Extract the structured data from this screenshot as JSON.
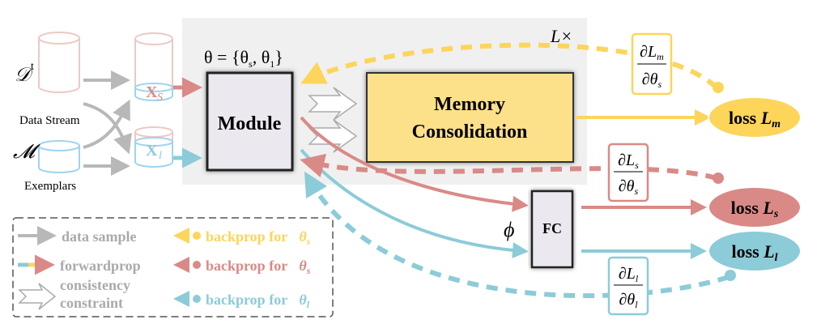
{
  "colors": {
    "yellow": "#fcd55a",
    "red": "#d98a87",
    "blue": "#8ccbd8",
    "gray": "#b8b8b8",
    "module": "#ebe8f0",
    "memory": "#fde08a"
  },
  "inputs": {
    "data_stream_symbol": "𝒟",
    "data_stream_sup": "t",
    "data_stream_label": "Data Stream",
    "exemplars_symbol": "𝓜",
    "exemplars_label": "Exemplars",
    "xs": "X",
    "xs_sub": "S",
    "xl": "X",
    "xl_sub": "l"
  },
  "module": {
    "theta": "θ = {θ",
    "theta_s": "s",
    "theta_mid": ", θ",
    "theta_l": "1",
    "theta_end": "}",
    "label": "Module"
  },
  "memory": {
    "line1": "Memory",
    "line2": "Consolidation",
    "repeat": "L×"
  },
  "fc": {
    "label": "FC",
    "phi": "ϕ"
  },
  "losses": [
    {
      "text": "loss ",
      "sym": "L",
      "sub": "m"
    },
    {
      "text": "loss ",
      "sym": "L",
      "sub": "s"
    },
    {
      "text": "loss ",
      "sym": "L",
      "sub": "l"
    }
  ],
  "grads": [
    {
      "num": "∂L",
      "num_sub": "m",
      "den": "∂θ",
      "den_sub": "s"
    },
    {
      "num": "∂L",
      "num_sub": "s",
      "den": "∂θ",
      "den_sub": "s"
    },
    {
      "num": "∂L",
      "num_sub": "l",
      "den": "∂θ",
      "den_sub": "l"
    }
  ],
  "legend": {
    "data_sample": "data sample",
    "forwardprop": "forwardprop",
    "consistency1": "consistency",
    "consistency2": "constraint",
    "bp_prefix": "backprop for ",
    "bp1": "θ",
    "bp1_sub": "s",
    "bp2": "θ",
    "bp2_sub": "s",
    "bp3": "θ",
    "bp3_sub": "l"
  }
}
